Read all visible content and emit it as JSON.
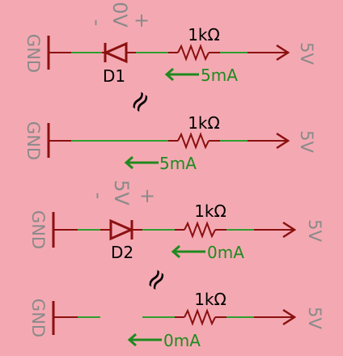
{
  "colors": {
    "background": "#f4a9b2",
    "wire_red": "#8b1010",
    "wire_green": "#2e9e2e",
    "label_black": "#000000",
    "label_gray": "#8a8a8a",
    "current_green": "#1f8a1f"
  },
  "circuits": [
    {
      "ground_label": "GND",
      "supply_label": "5V",
      "resistor_label": "1kΩ",
      "current_label": "5mA",
      "diode_label": "D1",
      "diode_voltage_label": "0V",
      "minus_sign": "-",
      "plus_sign": "+"
    },
    {
      "ground_label": "GND",
      "supply_label": "5V",
      "resistor_label": "1kΩ",
      "current_label": "5mA"
    },
    {
      "ground_label": "GND",
      "supply_label": "5V",
      "resistor_label": "1kΩ",
      "current_label": "0mA",
      "diode_label": "D2",
      "diode_voltage_label": "5V",
      "minus_sign": "-",
      "plus_sign": "+"
    },
    {
      "ground_label": "GND",
      "supply_label": "5V",
      "resistor_label": "1kΩ",
      "current_label": "0mA"
    }
  ],
  "equivalence_symbol": "≈"
}
